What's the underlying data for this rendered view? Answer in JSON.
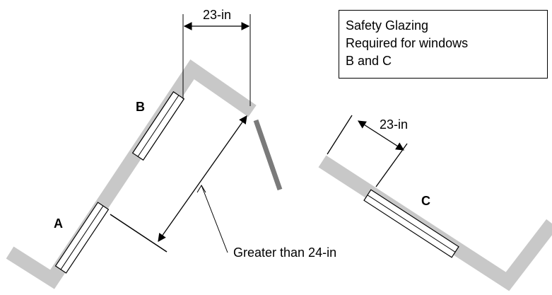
{
  "note": {
    "lines": [
      "Safety Glazing",
      "Required for windows",
      "B and C"
    ]
  },
  "dimensions": {
    "top_width": "23-in",
    "right_width": "23-in",
    "diagonal_distance": "Greater than 24-in"
  },
  "windows": {
    "a": "A",
    "b": "B",
    "c": "C"
  },
  "colors": {
    "wall": "#c8c8c8",
    "door": "#7a7a7a",
    "line": "#000000",
    "glass": "#ffffff"
  }
}
